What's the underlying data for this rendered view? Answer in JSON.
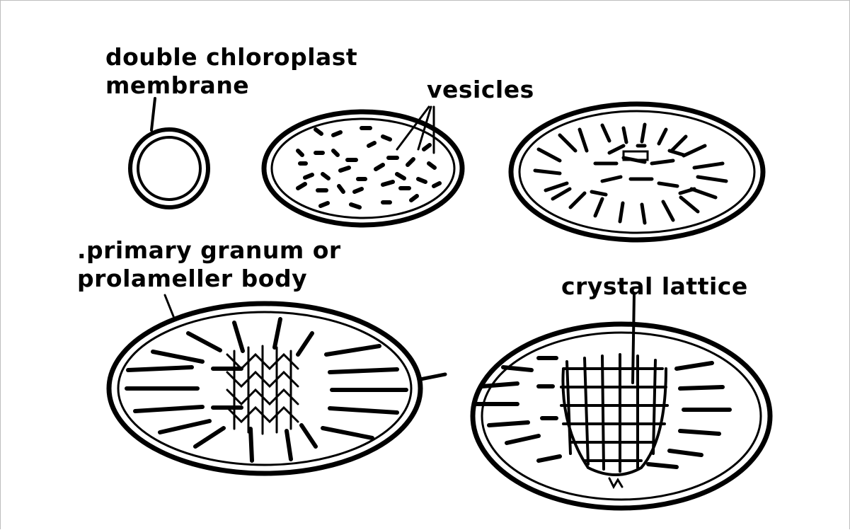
{
  "labels": {
    "membrane": [
      "double chloroplast",
      "membrane"
    ],
    "vesicles": "vesicles",
    "granum": [
      ".primary granum or",
      "prolameller body"
    ],
    "crystal": "crystal lattice"
  },
  "colors": {
    "ink": "#000000",
    "background": "#ffffff"
  }
}
